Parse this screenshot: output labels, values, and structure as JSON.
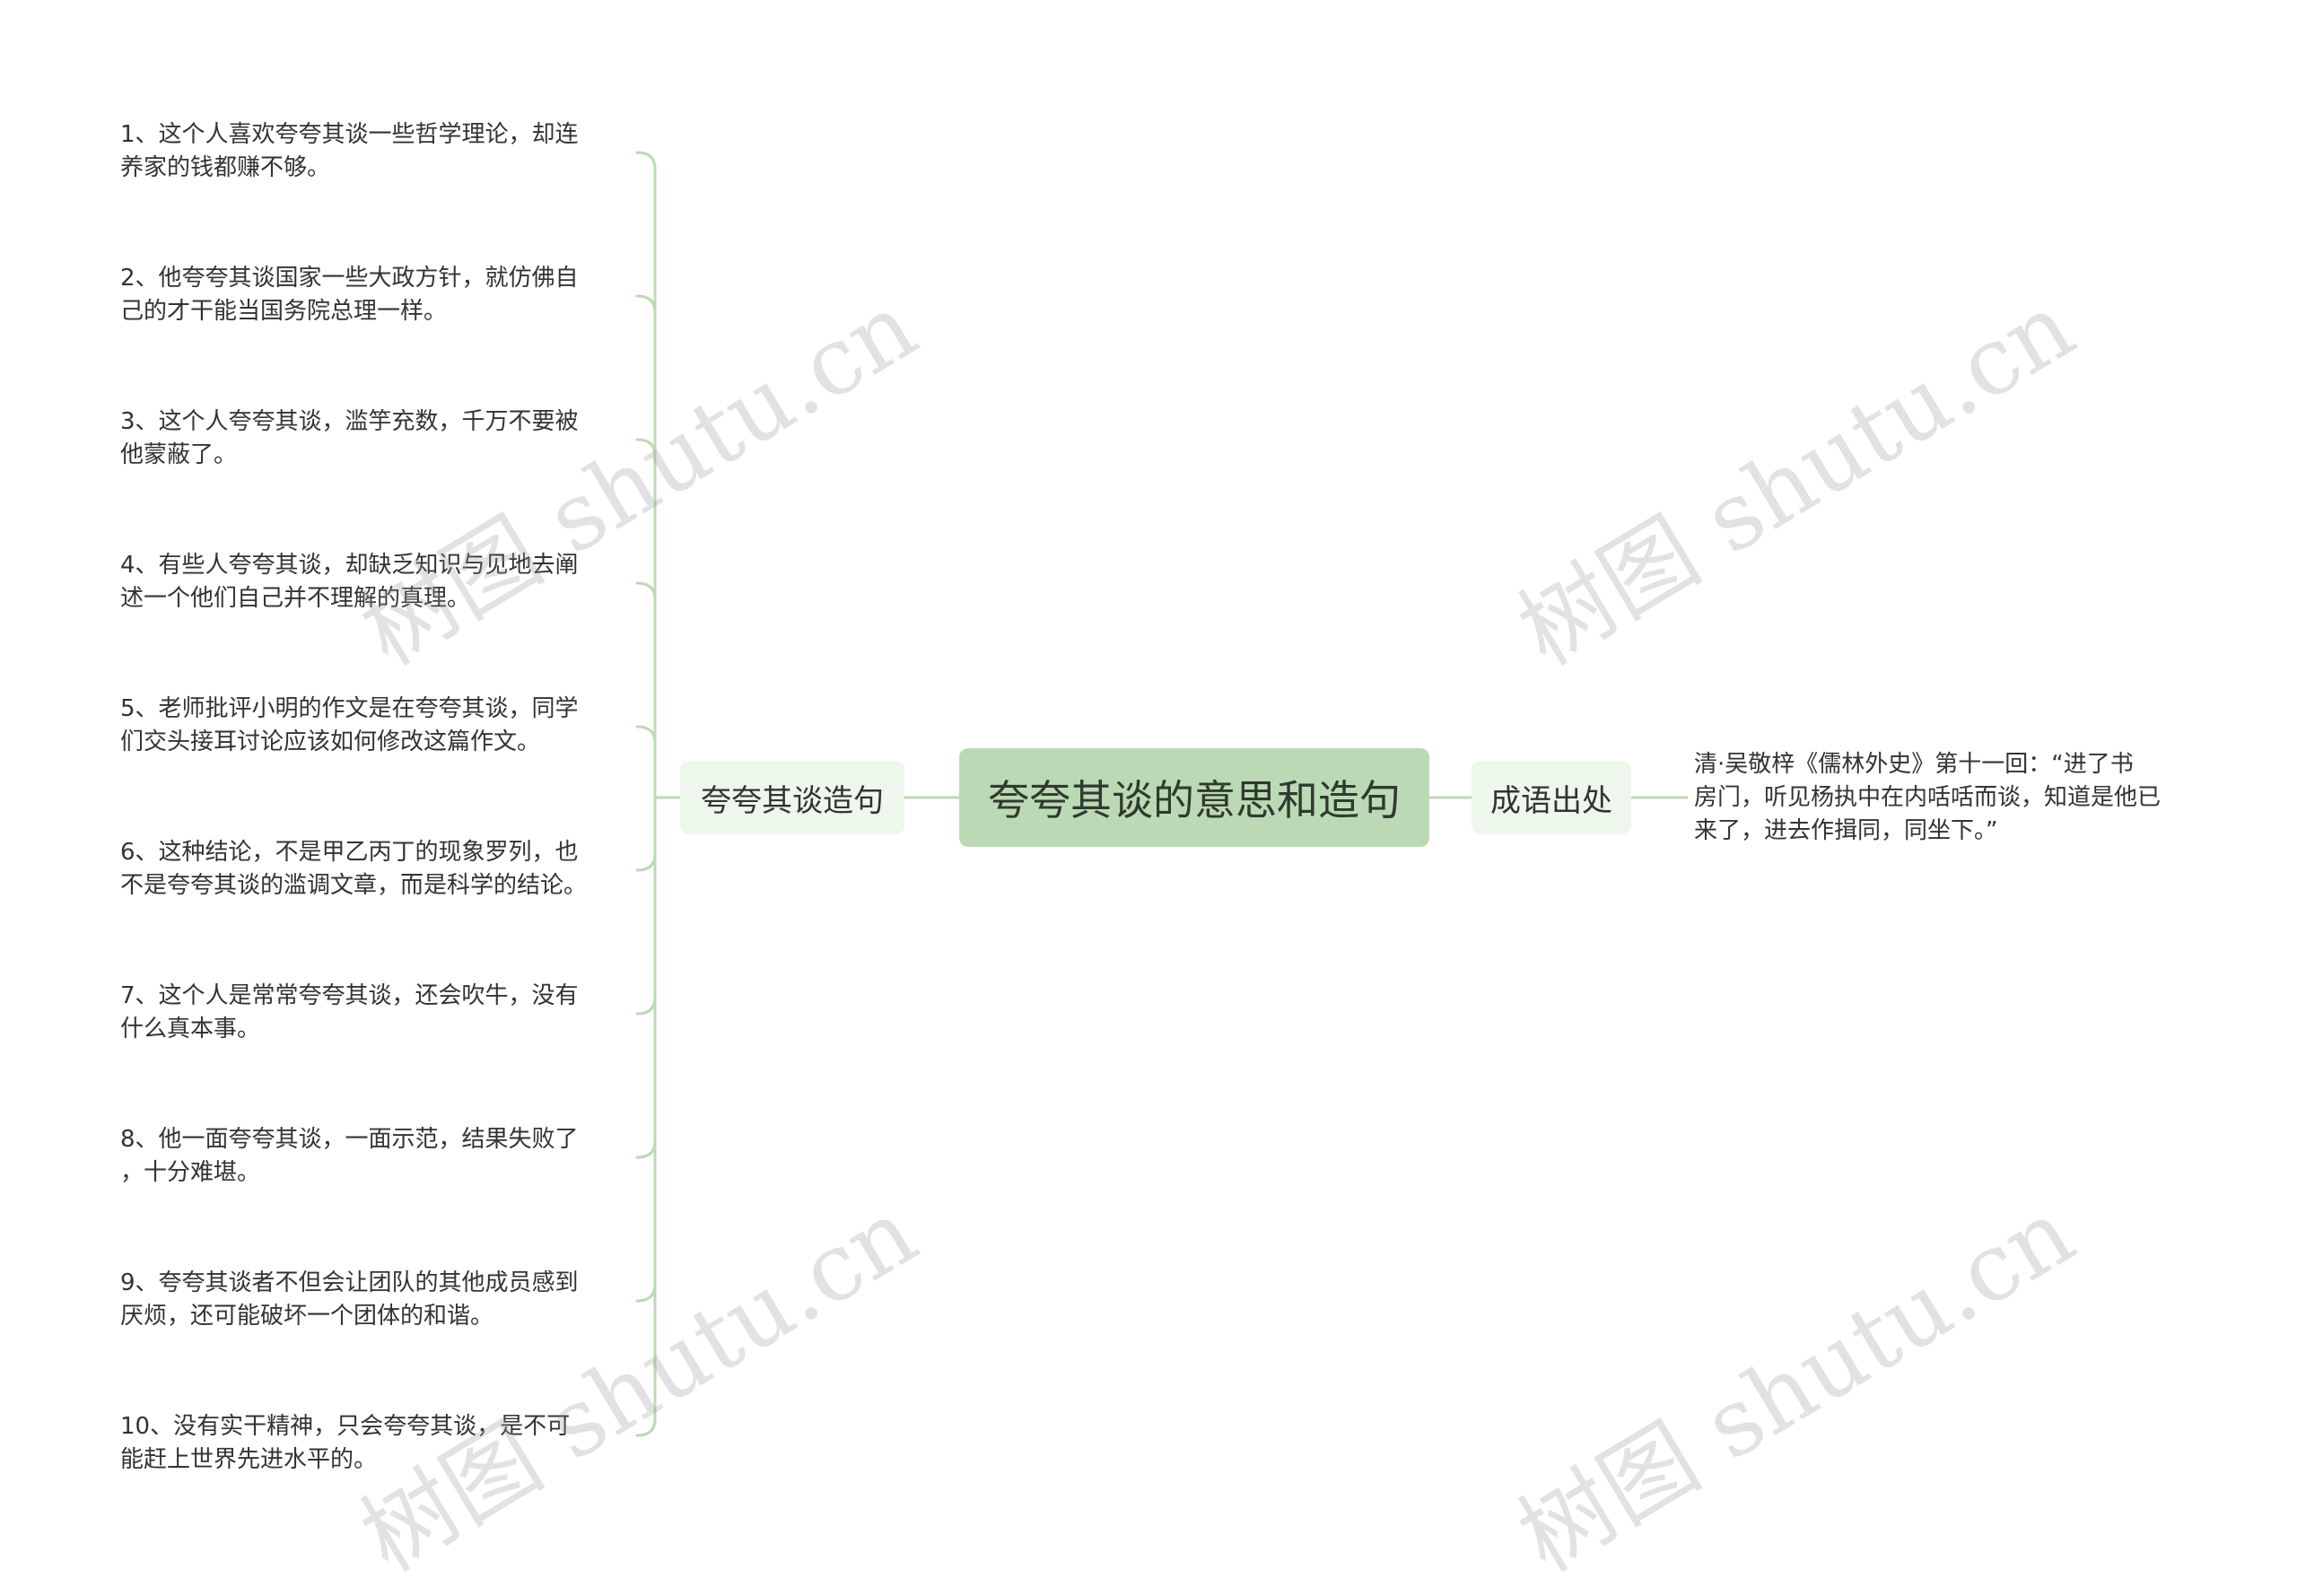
{
  "root": {
    "label": "夸夸其谈的意思和造句"
  },
  "branches": [
    {
      "label": "夸夸其谈造句",
      "items": [
        "1、这个人喜欢夸夸其谈一些哲学理论，却连\n养家的钱都赚不够。",
        "2、他夸夸其谈国家一些大政方针，就仿佛自\n己的才干能当国务院总理一样。",
        "3、这个人夸夸其谈，滥竽充数，千万不要被\n他蒙蔽了。",
        "4、有些人夸夸其谈，却缺乏知识与见地去阐\n述一个他们自己并不理解的真理。",
        "5、老师批评小明的作文是在夸夸其谈，同学\n们交头接耳讨论应该如何修改这篇作文。",
        "6、这种结论，不是甲乙丙丁的现象罗列，也\n不是夸夸其谈的滥调文章，而是科学的结论。",
        "7、这个人是常常夸夸其谈，还会吹牛，没有\n什么真本事。",
        "8、他一面夸夸其谈，一面示范，结果失败了\n，十分难堪。",
        "9、夸夸其谈者不但会让团队的其他成员感到\n厌烦，还可能破坏一个团体的和谐。",
        "10、没有实干精神，只会夸夸其谈，是不可\n能赶上世界先进水平的。"
      ]
    },
    {
      "label": "成语出处",
      "items": [
        "清·吴敬梓《儒林外史》第十一回：“进了书\n房门，听见杨执中在内咶咶而谈，知道是他已\n来了，进去作揖同，同坐下。”"
      ]
    }
  ],
  "watermarks": [
    "树图 shutu.cn",
    "树图 shutu.cn",
    "树图 shutu.cn",
    "树图 shutu.cn"
  ],
  "colors": {
    "root_fill": "#bcd9b5",
    "branch_fill": "#eef7ec",
    "connector": "#bcd9b5",
    "text": "#333333"
  }
}
